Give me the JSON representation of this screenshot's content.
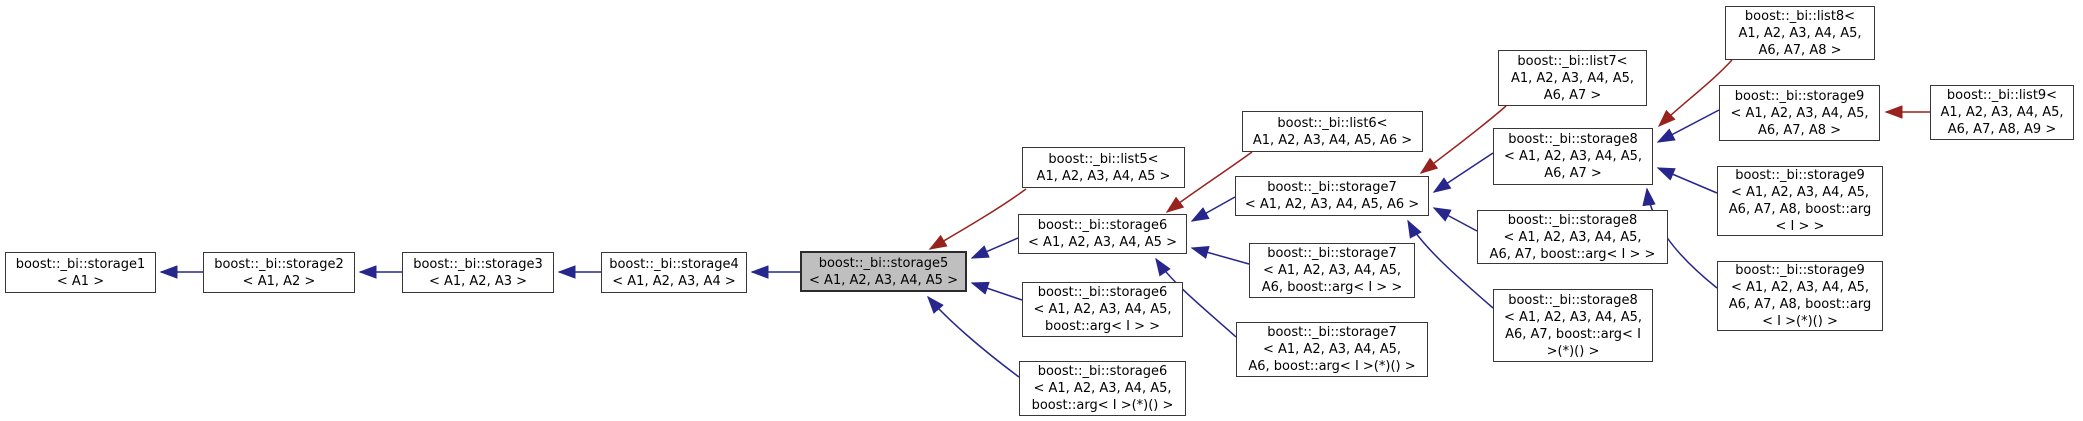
{
  "diagram": {
    "kind": "class-inheritance-graph",
    "focus_node": "storage5",
    "colors": {
      "public_inheritance_arrow": "#26268c",
      "private_inheritance_arrow": "#97221e",
      "highlight_fill": "#bfbfbf",
      "node_fill": "#ffffff",
      "node_border": "#373737",
      "text": "#000000"
    }
  },
  "nodes": [
    {
      "id": "storage1",
      "highlighted": false,
      "lines": [
        "boost::_bi::storage1",
        "< A1 >"
      ]
    },
    {
      "id": "storage2",
      "highlighted": false,
      "lines": [
        "boost::_bi::storage2",
        "< A1, A2 >"
      ]
    },
    {
      "id": "storage3",
      "highlighted": false,
      "lines": [
        "boost::_bi::storage3",
        "< A1, A2, A3 >"
      ]
    },
    {
      "id": "storage4",
      "highlighted": false,
      "lines": [
        "boost::_bi::storage4",
        "< A1, A2, A3, A4 >"
      ]
    },
    {
      "id": "storage5",
      "highlighted": true,
      "lines": [
        "boost::_bi::storage5",
        "< A1, A2, A3, A4, A5 >"
      ]
    },
    {
      "id": "list5",
      "highlighted": false,
      "lines": [
        "boost::_bi::list5<",
        "A1, A2, A3, A4, A5 >"
      ]
    },
    {
      "id": "storage6",
      "highlighted": false,
      "lines": [
        "boost::_bi::storage6",
        "< A1, A2, A3, A4, A5 >"
      ]
    },
    {
      "id": "storage6_arg",
      "highlighted": false,
      "lines": [
        "boost::_bi::storage6",
        "< A1, A2, A3, A4, A5,",
        "boost::arg< I > >"
      ]
    },
    {
      "id": "storage6_argfn",
      "highlighted": false,
      "lines": [
        "boost::_bi::storage6",
        "< A1, A2, A3, A4, A5,",
        "boost::arg< I >(*)() >"
      ]
    },
    {
      "id": "list6",
      "highlighted": false,
      "lines": [
        "boost::_bi::list6<",
        "A1, A2, A3, A4, A5, A6 >"
      ]
    },
    {
      "id": "storage7",
      "highlighted": false,
      "lines": [
        "boost::_bi::storage7",
        "< A1, A2, A3, A4, A5, A6 >"
      ]
    },
    {
      "id": "storage7_arg",
      "highlighted": false,
      "lines": [
        "boost::_bi::storage7",
        "< A1, A2, A3, A4, A5,",
        "A6, boost::arg< I > >"
      ]
    },
    {
      "id": "storage7_argfn",
      "highlighted": false,
      "lines": [
        "boost::_bi::storage7",
        "< A1, A2, A3, A4, A5,",
        "A6, boost::arg< I >(*)() >"
      ]
    },
    {
      "id": "list7",
      "highlighted": false,
      "lines": [
        "boost::_bi::list7<",
        "A1, A2, A3, A4, A5,",
        "A6, A7 >"
      ]
    },
    {
      "id": "storage8",
      "highlighted": false,
      "lines": [
        "boost::_bi::storage8",
        "< A1, A2, A3, A4, A5,",
        "A6, A7 >"
      ]
    },
    {
      "id": "storage8_arg",
      "highlighted": false,
      "lines": [
        "boost::_bi::storage8",
        "< A1, A2, A3, A4, A5,",
        "A6, A7, boost::arg< I > >"
      ]
    },
    {
      "id": "storage8_argfn",
      "highlighted": false,
      "lines": [
        "boost::_bi::storage8",
        "< A1, A2, A3, A4, A5,",
        "A6, A7, boost::arg< I",
        ">(*)() >"
      ]
    },
    {
      "id": "list8",
      "highlighted": false,
      "lines": [
        "boost::_bi::list8<",
        "A1, A2, A3, A4, A5,",
        "A6, A7, A8 >"
      ]
    },
    {
      "id": "storage9",
      "highlighted": false,
      "lines": [
        "boost::_bi::storage9",
        "< A1, A2, A3, A4, A5,",
        "A6, A7, A8 >"
      ]
    },
    {
      "id": "storage9_arg",
      "highlighted": false,
      "lines": [
        "boost::_bi::storage9",
        "< A1, A2, A3, A4, A5,",
        "A6, A7, A8, boost::arg",
        "< I > >"
      ]
    },
    {
      "id": "storage9_argfn",
      "highlighted": false,
      "lines": [
        "boost::_bi::storage9",
        "< A1, A2, A3, A4, A5,",
        "A6, A7, A8, boost::arg",
        "< I >(*)() >"
      ]
    },
    {
      "id": "list9",
      "highlighted": false,
      "lines": [
        "boost::_bi::list9<",
        "A1, A2, A3, A4, A5,",
        "A6, A7, A8, A9 >"
      ]
    }
  ],
  "edges": [
    {
      "from": "storage2",
      "to": "storage1",
      "relation": "public-inheritance"
    },
    {
      "from": "storage3",
      "to": "storage2",
      "relation": "public-inheritance"
    },
    {
      "from": "storage4",
      "to": "storage3",
      "relation": "public-inheritance"
    },
    {
      "from": "storage5",
      "to": "storage4",
      "relation": "public-inheritance"
    },
    {
      "from": "storage6",
      "to": "storage5",
      "relation": "public-inheritance"
    },
    {
      "from": "storage6_arg",
      "to": "storage5",
      "relation": "public-inheritance"
    },
    {
      "from": "storage6_argfn",
      "to": "storage5",
      "relation": "public-inheritance"
    },
    {
      "from": "storage7",
      "to": "storage6",
      "relation": "public-inheritance"
    },
    {
      "from": "storage7_arg",
      "to": "storage6",
      "relation": "public-inheritance"
    },
    {
      "from": "storage7_argfn",
      "to": "storage6",
      "relation": "public-inheritance"
    },
    {
      "from": "storage8",
      "to": "storage7",
      "relation": "public-inheritance"
    },
    {
      "from": "storage8_arg",
      "to": "storage7",
      "relation": "public-inheritance"
    },
    {
      "from": "storage8_argfn",
      "to": "storage7",
      "relation": "public-inheritance"
    },
    {
      "from": "storage9",
      "to": "storage8",
      "relation": "public-inheritance"
    },
    {
      "from": "storage9_arg",
      "to": "storage8",
      "relation": "public-inheritance"
    },
    {
      "from": "storage9_argfn",
      "to": "storage8",
      "relation": "public-inheritance"
    },
    {
      "from": "list5",
      "to": "storage5",
      "relation": "private-inheritance"
    },
    {
      "from": "list6",
      "to": "storage6",
      "relation": "private-inheritance"
    },
    {
      "from": "list7",
      "to": "storage7",
      "relation": "private-inheritance"
    },
    {
      "from": "list8",
      "to": "storage8",
      "relation": "private-inheritance"
    },
    {
      "from": "list9",
      "to": "storage9",
      "relation": "private-inheritance"
    }
  ]
}
